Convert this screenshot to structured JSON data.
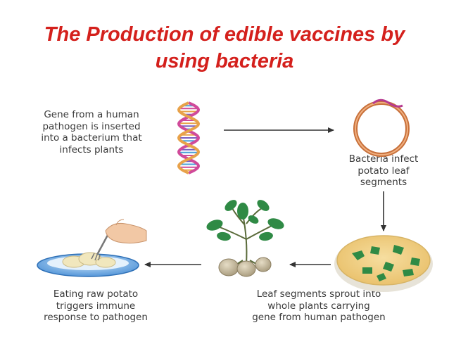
{
  "title": {
    "line1": "The Production of edible vaccines by",
    "line2": "using bacteria"
  },
  "steps": [
    {
      "lines": [
        "Gene from a human",
        "pathogen is inserted",
        "into a bacterium that",
        "infects plants"
      ]
    },
    {
      "lines": [
        "Bacteria infect",
        "potato leaf",
        "segments"
      ]
    },
    {
      "lines": [
        "Leaf segments sprout into",
        "whole plants carrying",
        "gene from human pathogen"
      ]
    },
    {
      "lines": [
        "Eating raw potato",
        "triggers immune",
        "response to pathogen"
      ]
    }
  ],
  "colors": {
    "title": "#d4201c",
    "arrow": "#333333",
    "plasmid": "#c8703a",
    "dna_a": "#d04a9a",
    "dna_b": "#e8a24a",
    "leaf": "#2f8a45",
    "dish": "#f1d08a",
    "plate": "#3b7ec7"
  }
}
